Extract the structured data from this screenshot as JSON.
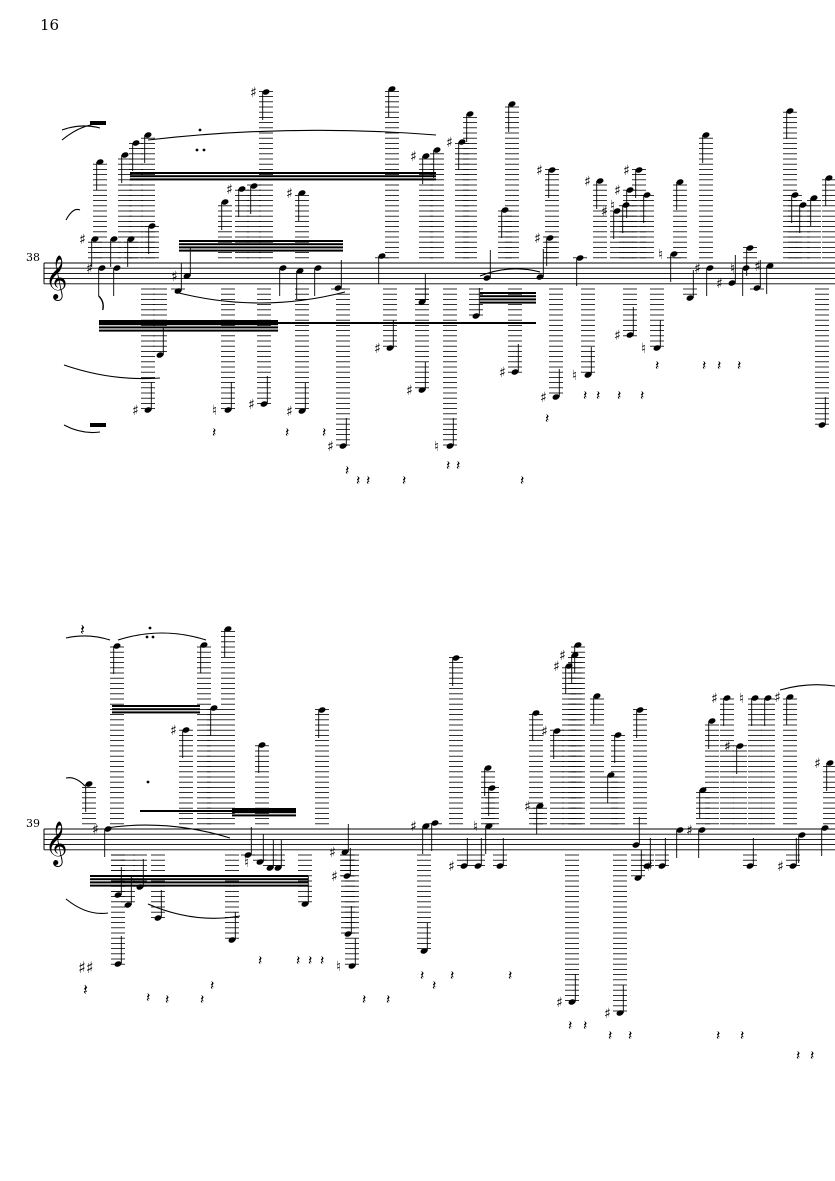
{
  "page": {
    "number": "16"
  },
  "systems": [
    {
      "measure_number": "38"
    },
    {
      "measure_number": "39"
    }
  ],
  "icons": {
    "clef": "treble-clef-icon",
    "notehead": "filled-notehead-icon",
    "accidental": "sharp-icon",
    "rest": "quarter-rest-icon"
  },
  "colors": {
    "ink": "#000000",
    "paper": "#ffffff"
  }
}
